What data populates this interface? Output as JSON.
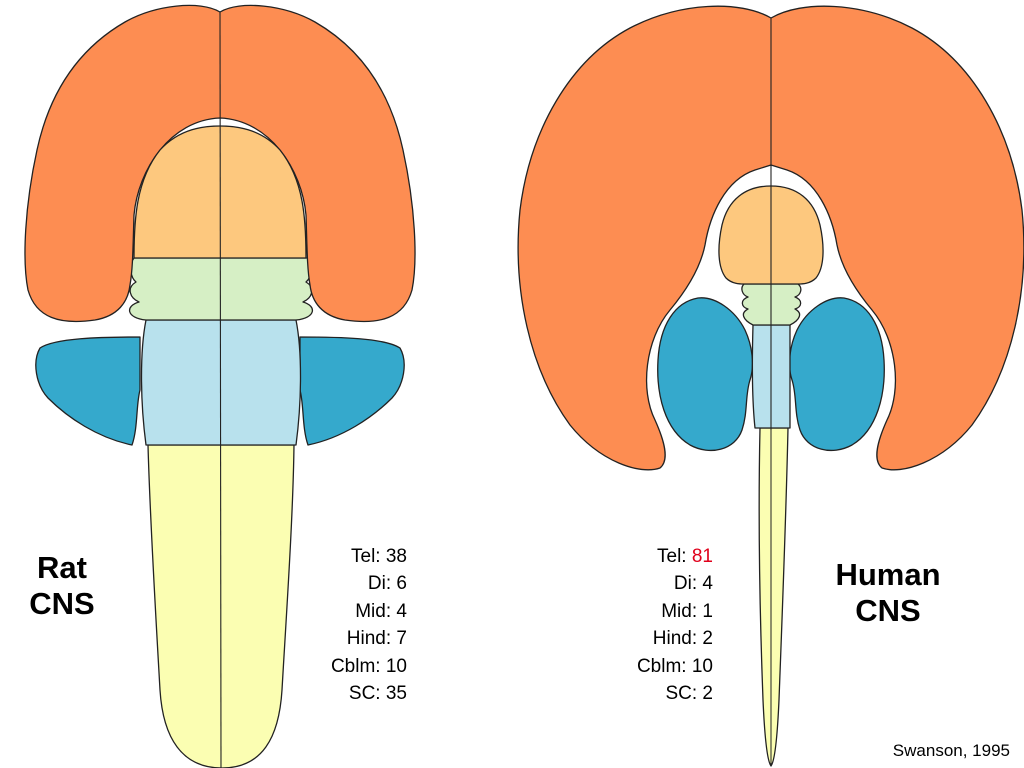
{
  "colors": {
    "telencephalon": "#fd8d52",
    "diencephalon": "#fdc87e",
    "midbrain": "#d6efc5",
    "hindbrain": "#b8e1ed",
    "cerebellum": "#35a9cc",
    "spinal_cord": "#fbfeb2",
    "outline": "#222222",
    "highlight": "#e0001b"
  },
  "rat": {
    "title_line1": "Rat",
    "title_line2": "CNS",
    "stats": [
      {
        "label": "Tel:",
        "value": "38",
        "highlight": false
      },
      {
        "label": "Di:",
        "value": "6",
        "highlight": false
      },
      {
        "label": "Mid:",
        "value": "4",
        "highlight": false
      },
      {
        "label": "Hind:",
        "value": "7",
        "highlight": false
      },
      {
        "label": "Cblm:",
        "value": "10",
        "highlight": false
      },
      {
        "label": "SC:",
        "value": "35",
        "highlight": false
      }
    ]
  },
  "human": {
    "title_line1": "Human",
    "title_line2": "CNS",
    "stats": [
      {
        "label": "Tel:",
        "value": "81",
        "highlight": true
      },
      {
        "label": "Di:",
        "value": "4",
        "highlight": false
      },
      {
        "label": "Mid:",
        "value": "1",
        "highlight": false
      },
      {
        "label": "Hind:",
        "value": "2",
        "highlight": false
      },
      {
        "label": "Cblm:",
        "value": "10",
        "highlight": false
      },
      {
        "label": "SC:",
        "value": "2",
        "highlight": false
      }
    ]
  },
  "credit": "Swanson, 1995"
}
